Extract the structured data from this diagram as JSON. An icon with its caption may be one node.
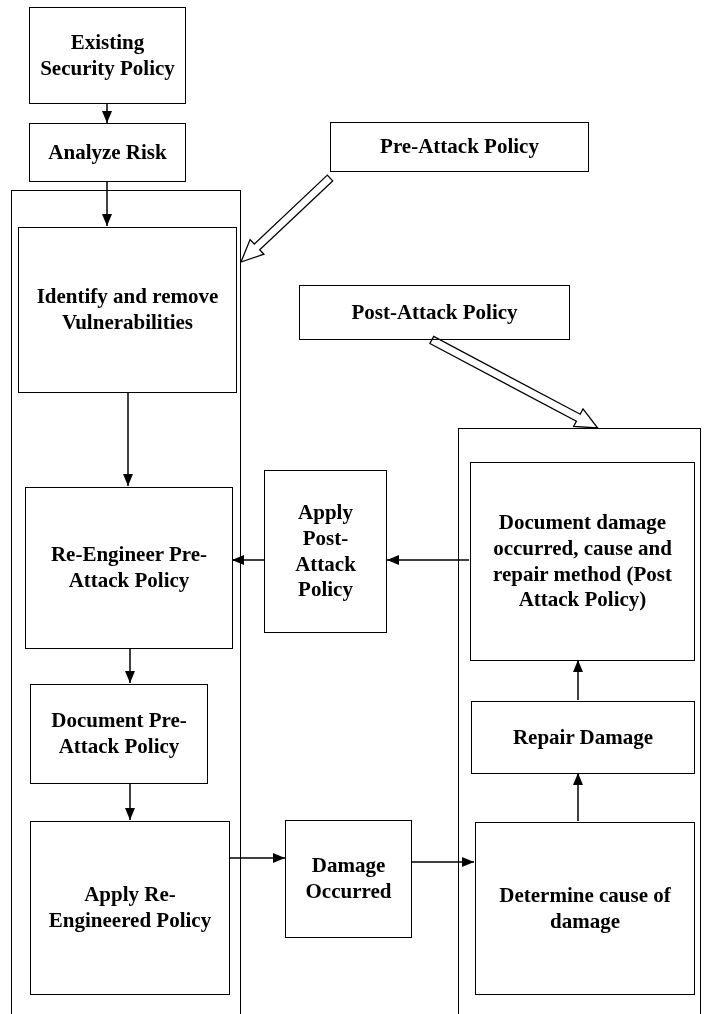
{
  "diagram": {
    "nodes": [
      {
        "text": [
          "Existing Security Policy"
        ]
      },
      {
        "text": [
          "Analyze Risk"
        ]
      },
      {
        "text": [
          "Pre-Attack Policy"
        ]
      },
      {
        "text": [],
        "shape": "box"
      },
      {
        "text": [
          "Identify and remove Vulnerabilities"
        ],
        "in": 3
      },
      {
        "text": [
          "Post-Attack Policy"
        ]
      },
      {
        "text": [],
        "shape": "box"
      },
      {
        "text": [
          "Re-Engineer Pre-Attack Policy"
        ],
        "in": 3
      },
      {
        "text": [
          "Apply Post-Attack Policy"
        ]
      },
      {
        "text": [
          "Document damage occurred, cause and repair method (Post Attack Policy)"
        ],
        "in": 6
      },
      {
        "text": [
          "Document Pre-Attack Policy"
        ],
        "in": 3
      },
      {
        "text": [
          "Repair Damage"
        ],
        "in": 6
      },
      {
        "text": [
          "Apply Re-Engineered Policy"
        ],
        "in": 3
      },
      {
        "text": [
          "Damage Occurred"
        ]
      },
      {
        "text": [
          "Determine cause of damage"
        ],
        "in": 6
      }
    ],
    "edges": [
      {
        "from": 0,
        "to": 1,
        "arrow": "to"
      },
      {
        "from": 1,
        "to": 4,
        "arrow": "to"
      },
      {
        "from": 2,
        "to": 3,
        "arrow": "to",
        "style": "thick"
      },
      {
        "from": 5,
        "to": 6,
        "arrow": "to",
        "style": "thick"
      },
      {
        "from": 4,
        "to": 7,
        "arrow": "to"
      },
      {
        "from": 9,
        "to": 8,
        "arrow": "to"
      },
      {
        "from": 8,
        "to": 7,
        "arrow": "to"
      },
      {
        "from": 7,
        "to": 10,
        "arrow": "to"
      },
      {
        "from": 10,
        "to": 12,
        "arrow": "to"
      },
      {
        "from": 12,
        "to": 13,
        "arrow": "to"
      },
      {
        "from": 13,
        "to": 14,
        "arrow": "to"
      },
      {
        "from": 14,
        "to": 11,
        "arrow": "to"
      },
      {
        "from": 11,
        "to": 9,
        "arrow": "to"
      }
    ]
  }
}
